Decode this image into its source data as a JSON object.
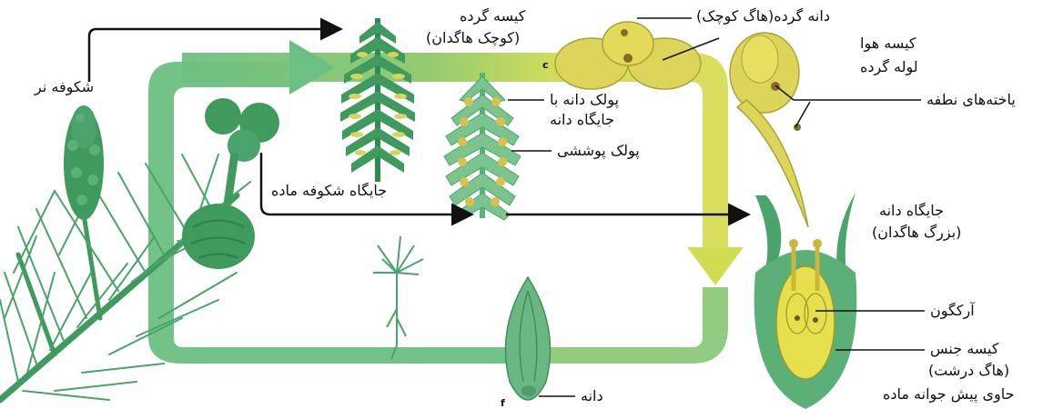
{
  "labels": {
    "male_cone": "شکوفه نر",
    "pollen_sac": "کیسه گرده",
    "microsporangium": "(کوچک هاگدان)",
    "pollen_grain": "دانه گرده(هاگ کوچک)",
    "air_sac": "کیسه هوا",
    "pollen_tube": "لوله گرده",
    "sperm_cells": "یاخته‌های نطفه",
    "scale_with_ovule_1": "پولک دانه با",
    "scale_with_ovule_2": "جایگاه دانه",
    "cover_scale": "پولک پوششی",
    "female_cone_site": "جایگاه شکوفه ماده",
    "ovule_site": "جایگاه دانه",
    "megasporangium": "(بزرگ هاگدان)",
    "archegonium": "آرکگون",
    "embryo_sac_1": "کیسه جنس",
    "embryo_sac_2": "(هاگ درشت)",
    "embryo_sac_3": "حاوی پیش جوانه ماده",
    "seed": "دانه",
    "marker_c": "c",
    "marker_f": "f"
  },
  "colors": {
    "cycle_green": "#6cbf82",
    "cycle_yellow": "#d2dc52",
    "plant_green": "#3f9a5e",
    "pollen_yellow": "#dcd55a",
    "ovule_yellow": "#e6e04c"
  }
}
